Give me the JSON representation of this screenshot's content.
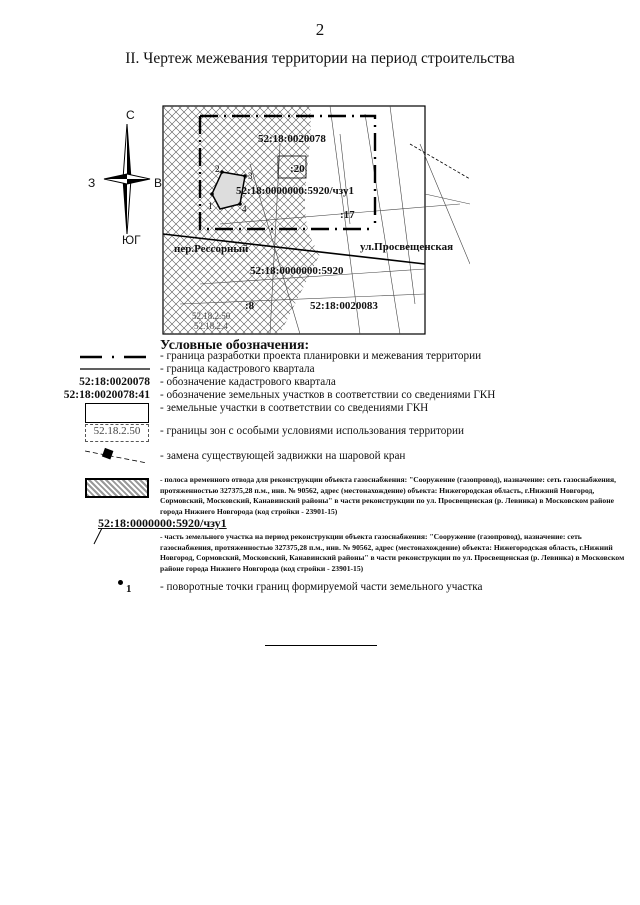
{
  "page_number": "2",
  "title": "II. Чертеж межевания территории на период строительства",
  "compass": {
    "north": "С",
    "south": "ЮГ",
    "west": "З",
    "east": "В"
  },
  "map": {
    "quarter_top": "52:18:0020078",
    "parcel_20": ":20",
    "temp_part": "52:18:0000000:5920/чзу1",
    "parcel_17": ":17",
    "street_1": "пер.Рессорный",
    "street_2": "ул.Просвещенская",
    "parcel_main": "52:18:0000000:5920",
    "parcel_8": ":8",
    "quarter_bottom": "52:18:0020083",
    "zone_1": "52.18.2.50",
    "zone_2": "52.18.2.4",
    "points": [
      "1",
      "2",
      "3",
      "4"
    ]
  },
  "legend": {
    "heading": "Условные обозначения:",
    "items": [
      {
        "symbol": "",
        "text": "- граница разработки проекта планировки и межевания территории"
      },
      {
        "symbol": "",
        "text": "- граница кадастрового квартала"
      },
      {
        "symbol": "52:18:0020078",
        "text": "- обозначение кадастрового квартала"
      },
      {
        "symbol": "52:18:0020078:41",
        "text": "- обозначение земельных участков в соответствии со сведениями ГКН"
      },
      {
        "symbol": "",
        "text": "- земельные участки в соответствии со сведениями ГКН"
      },
      {
        "symbol": "52.18.2.50",
        "text": "- границы зон с особыми условиями использования территории"
      },
      {
        "symbol": "",
        "text": "- замена существующей задвижки на шаровой кран"
      },
      {
        "symbol": "",
        "text": "- полоса временного отвода для реконструкции объекта газоснабжения: \"Сооружение (газопровод), назначение: сеть газоснабжения, протяженностью 327375,28 п.м., инв. № 90562, адрес (местонахождение) объекта: Нижегородская область, г.Нижний Новгород, Сормовский, Московский, Канавинский районы\" в части реконструкции по ул. Просвещенская (р. Левинка) в Московском районе города Нижнего Новгорода (код стройки - 23901-15)"
      },
      {
        "symbol": "52:18:0000000:5920/чзу1",
        "text": "- часть земельного участка на период реконструкции объекта газоснабжения: \"Сооружение (газопровод), назначение: сеть газоснабжения, протяженностью 327375,28 п.м., инв. № 90562, адрес (местонахождение) объекта: Нижегородская область, г.Нижний Новгород, Сормовский, Московский, Канавинский районы\" в части реконструкции по ул. Просвещенская (р. Левинка) в Московском районе города Нижнего Новгорода (код стройки - 23901-15)"
      },
      {
        "symbol": "1",
        "text": "- поворотные точки границ формируемой части земельного участка"
      }
    ]
  }
}
